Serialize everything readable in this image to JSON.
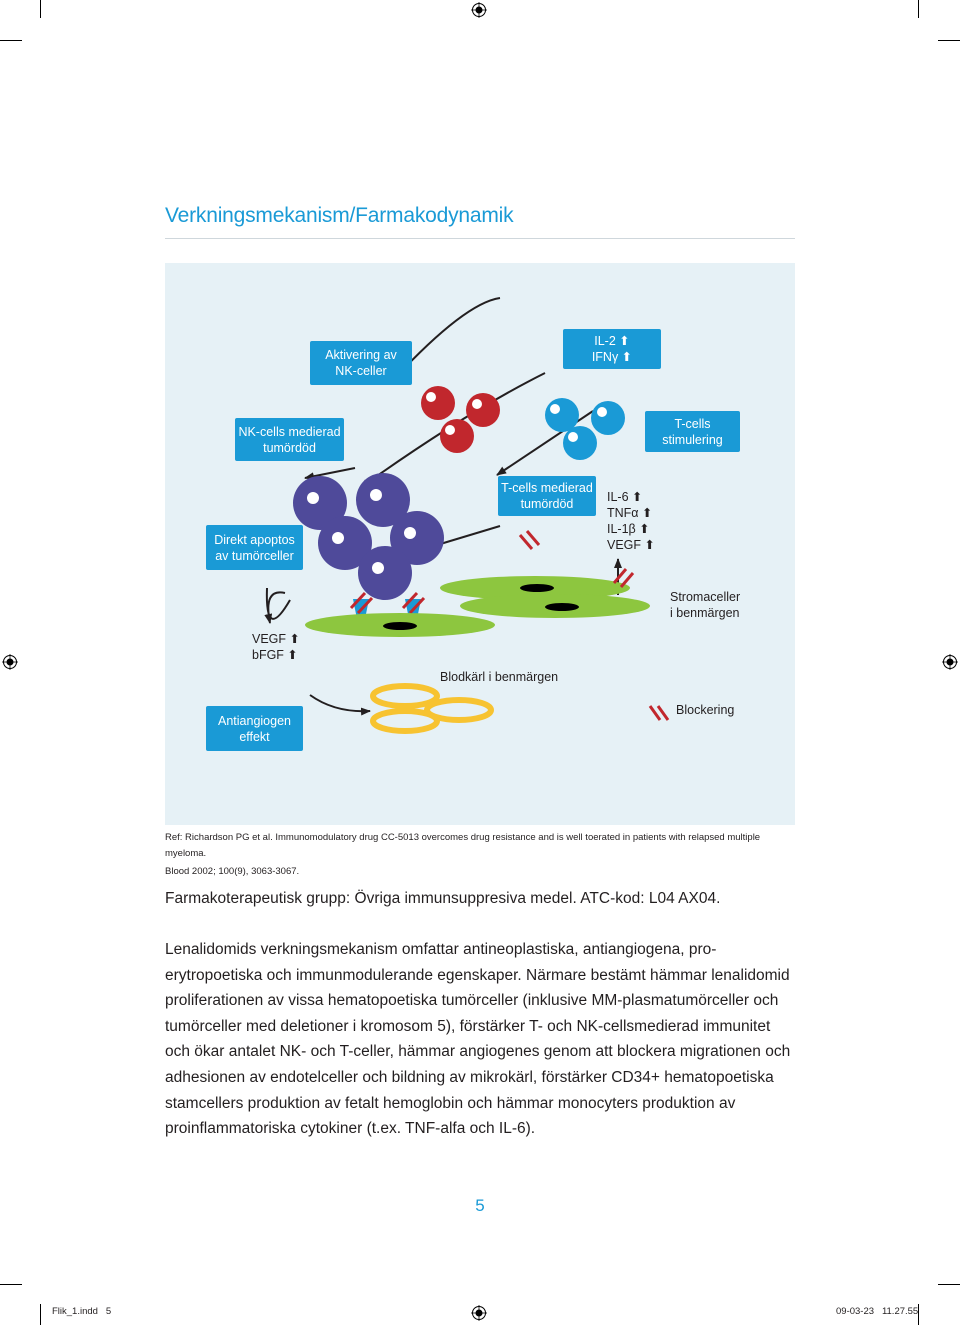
{
  "page": {
    "title": "Verkningsmekanism/Farmakodynamik",
    "page_number": "5"
  },
  "diagram": {
    "boxes": {
      "nk_activation": "Aktivering av\nNK-celler",
      "il2_ifn": "IL-2 ⬆\nIFNγ ⬆",
      "nk_mediated": "NK-cells medierad\ntumördöd",
      "t_stimulation": "T-cells\nstimulering",
      "direct_apoptosis": "Direkt apoptos\nav tumörceller",
      "t_mediated": "T-cells medierad\ntumördöd",
      "antiangiogenic": "Antiangiogen\neffekt"
    },
    "labels": {
      "cytokines": "IL-6  ⬆\nTNFα ⬆\nIL-1β ⬆\nVEGF ⬆",
      "stroma": "Stromaceller\ni benmärgen",
      "growth_factors": "VEGF ⬆\nbFGF ⬆",
      "blood_vessels": "Blodkärl i benmärgen",
      "blocking": "Blockering"
    },
    "colors": {
      "box": "#1a9ad6",
      "background": "#e6f1f6",
      "tumor_cell": "#4f4a9a",
      "nk_cell": "#c1272d",
      "t_cell": "#1a9ad6",
      "stroma_cell": "#8dc63f",
      "vessel": "#f7c331",
      "blocker": "#c1272d"
    }
  },
  "reference": {
    "line1": "Ref: Richardson PG et al. Immunomodulatory drug CC-5013 overcomes drug resistance and is well toerated in patients with relapsed multiple myeloma.",
    "line2": "Blood 2002; 100(9), 3063-3067."
  },
  "lead": "Farmakoterapeutisk grupp: Övriga immunsuppresiva medel. ATC-kod: L04 AX04.",
  "body": "Lenalidomids verkningsmekanism omfattar antineoplastiska, antiangiogena, pro-erytropoetiska och immunmodulerande egenskaper. Närmare bestämt hämmar lenalidomid proliferationen av vissa hematopoetiska tumörceller (inklusive MM-plasmatumörceller och tumörceller med deletioner i kromosom 5), förstärker T- och NK-cellsmedierad immunitet och ökar antalet NK- och T-celler, hämmar angiogenes genom att blockera migrationen och adhesionen av endotelceller och bildning av mikrokärl, förstärker CD34+ hematopoetiska stamcellers produktion av fetalt hemoglobin och hämmar monocyters produktion av proinflammatoriska cytokiner (t.ex. TNF-alfa och IL-6).",
  "footer": {
    "file": "Flik_1.indd   5",
    "timestamp": "09-03-23   11.27.55"
  }
}
